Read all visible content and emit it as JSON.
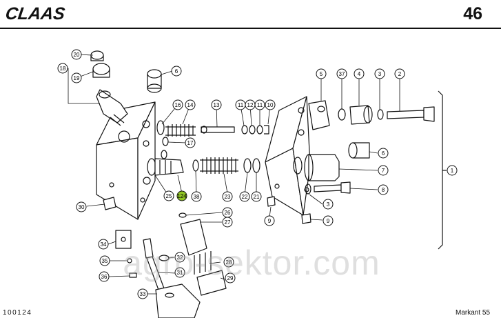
{
  "brand": {
    "logo_text": "CLAAS",
    "brand_color": "#111111"
  },
  "page_number": "46",
  "footer": {
    "doc_code": "100124",
    "model": "Markant 55"
  },
  "watermark": "agro-sektor.com",
  "highlight_color": "#8fc424",
  "callouts": [
    {
      "id": "c18",
      "label": "18"
    },
    {
      "id": "c20",
      "label": "20"
    },
    {
      "id": "c19",
      "label": "19"
    },
    {
      "id": "c6a",
      "label": "6"
    },
    {
      "id": "c16",
      "label": "16"
    },
    {
      "id": "c14",
      "label": "14"
    },
    {
      "id": "c13",
      "label": "13"
    },
    {
      "id": "c11",
      "label": "11"
    },
    {
      "id": "c12",
      "label": "12"
    },
    {
      "id": "c11b",
      "label": "11"
    },
    {
      "id": "c10",
      "label": "10"
    },
    {
      "id": "c17",
      "label": "17"
    },
    {
      "id": "c25",
      "label": "25"
    },
    {
      "id": "c124",
      "label": "124",
      "highlight": true
    },
    {
      "id": "c38",
      "label": "38"
    },
    {
      "id": "c23",
      "label": "23"
    },
    {
      "id": "c22",
      "label": "22"
    },
    {
      "id": "c21",
      "label": "21"
    },
    {
      "id": "c5",
      "label": "5"
    },
    {
      "id": "c37",
      "label": "37"
    },
    {
      "id": "c4",
      "label": "4"
    },
    {
      "id": "c3a",
      "label": "3"
    },
    {
      "id": "c2",
      "label": "2"
    },
    {
      "id": "c6b",
      "label": "6"
    },
    {
      "id": "c7",
      "label": "7"
    },
    {
      "id": "c8",
      "label": "8"
    },
    {
      "id": "c3b",
      "label": "3"
    },
    {
      "id": "c9a",
      "label": "9"
    },
    {
      "id": "c9b",
      "label": "9"
    },
    {
      "id": "c1",
      "label": "1"
    },
    {
      "id": "c30",
      "label": "30"
    },
    {
      "id": "c26",
      "label": "26"
    },
    {
      "id": "c27",
      "label": "27"
    },
    {
      "id": "c34",
      "label": "34"
    },
    {
      "id": "c32",
      "label": "32"
    },
    {
      "id": "c35",
      "label": "35"
    },
    {
      "id": "c28",
      "label": "28"
    },
    {
      "id": "c36",
      "label": "36"
    },
    {
      "id": "c31",
      "label": "31"
    },
    {
      "id": "c29",
      "label": "29"
    },
    {
      "id": "c33",
      "label": "33"
    }
  ]
}
